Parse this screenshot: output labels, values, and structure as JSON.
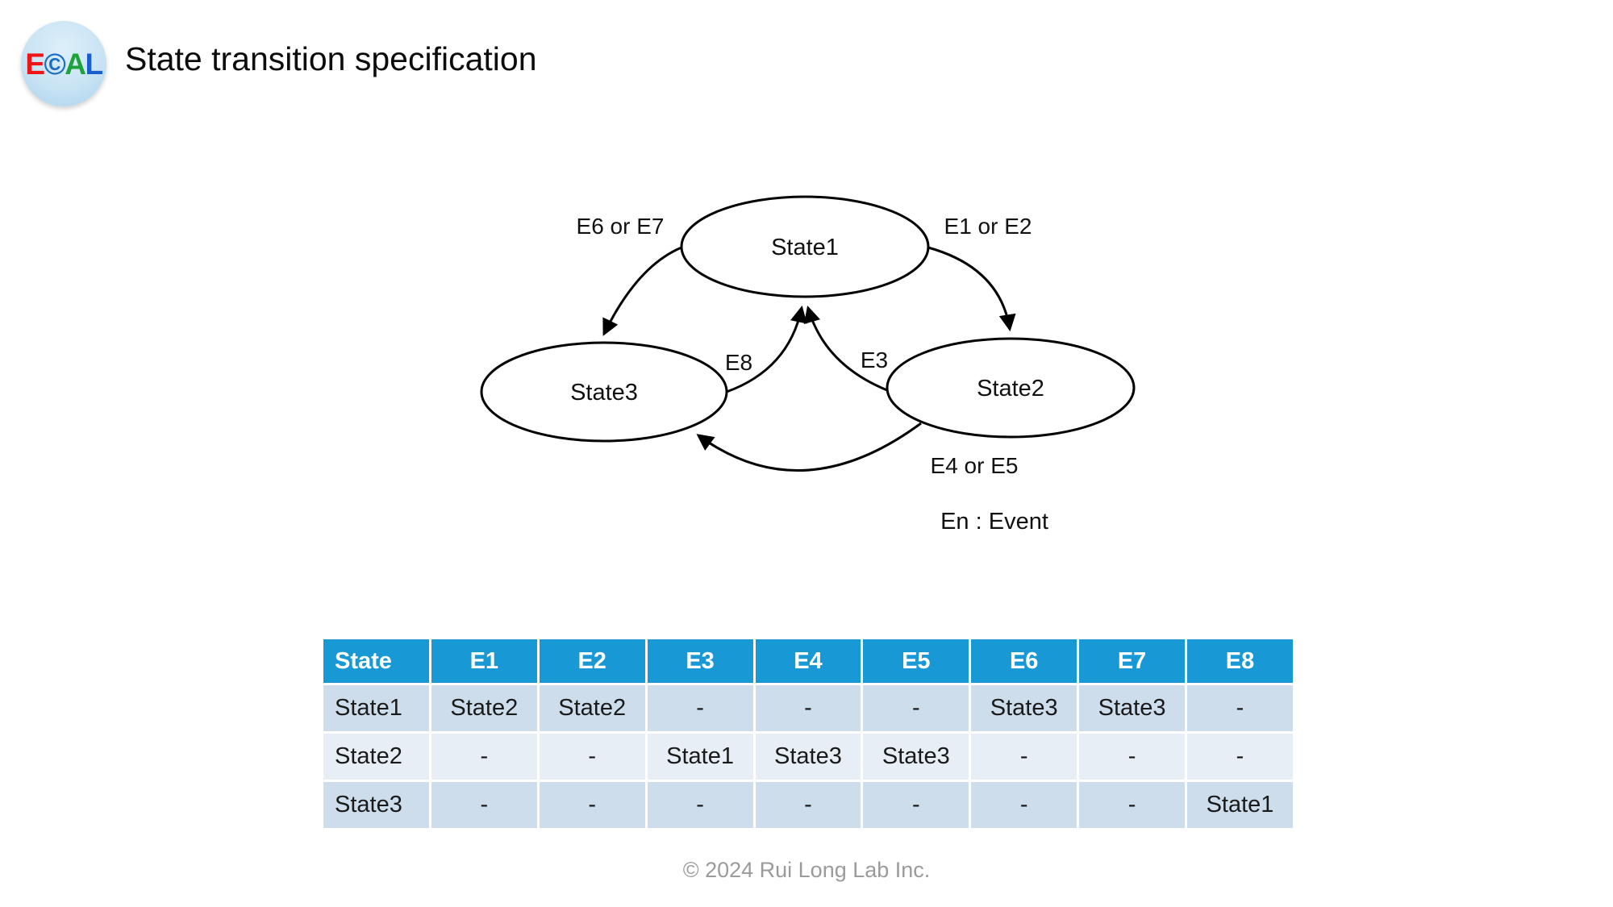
{
  "header": {
    "title": "State transition specification",
    "logo": {
      "e": "E",
      "c": "©",
      "a": "A",
      "l": "L"
    }
  },
  "diagram": {
    "states": {
      "state1": "State1",
      "state2": "State2",
      "state3": "State3"
    },
    "edges": {
      "e6e7": "E6 or E7",
      "e1e2": "E1 or E2",
      "e8": "E8",
      "e3": "E3",
      "e4e5": "E4 or E5"
    },
    "legend": "En : Event"
  },
  "table": {
    "headers": [
      "State",
      "E1",
      "E2",
      "E3",
      "E4",
      "E5",
      "E6",
      "E7",
      "E8"
    ],
    "rows": [
      {
        "state": "State1",
        "cells": [
          "State2",
          "State2",
          "-",
          "-",
          "-",
          "State3",
          "State3",
          "-"
        ]
      },
      {
        "state": "State2",
        "cells": [
          "-",
          "-",
          "State1",
          "State3",
          "State3",
          "-",
          "-",
          "-"
        ]
      },
      {
        "state": "State3",
        "cells": [
          "-",
          "-",
          "-",
          "-",
          "-",
          "-",
          "-",
          "State1"
        ]
      }
    ]
  },
  "footer": {
    "copyright": "© 2024 Rui Long Lab Inc."
  },
  "colors": {
    "table_header_bg": "#1899d6",
    "table_row_odd_bg": "#cdddec",
    "table_row_even_bg": "#e8eef6",
    "logo_e": "#ee1417",
    "logo_c": "#1a6cc4",
    "logo_a": "#1ea23a",
    "logo_l": "#1a5ecc",
    "footer_text": "#9b9b9b"
  }
}
